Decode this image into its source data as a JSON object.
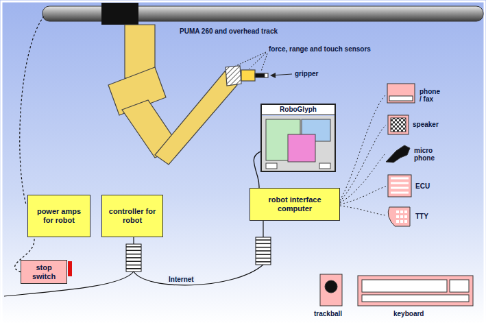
{
  "diagram": {
    "nodes": [
      {
        "text": [
          "RoboGlyph"
        ]
      },
      {
        "text": [
          "power amps for robot"
        ]
      },
      {
        "text": [
          "controller for robot"
        ]
      },
      {
        "text": [
          "robot interface computer"
        ]
      },
      {
        "text": [
          "stop switch"
        ]
      }
    ],
    "edges": [
      {
        "from": 0,
        "to": 3,
        "arrow": "none"
      },
      {
        "from": 4,
        "to": 1,
        "arrow": "none"
      }
    ],
    "labels": [
      "PUMA 260 and overhead track",
      "force, range and touch sensors",
      "gripper",
      "phone / fax",
      "speaker",
      "micro phone",
      "ECU",
      "TTY",
      "Internet",
      "trackball",
      "keyboard"
    ]
  }
}
